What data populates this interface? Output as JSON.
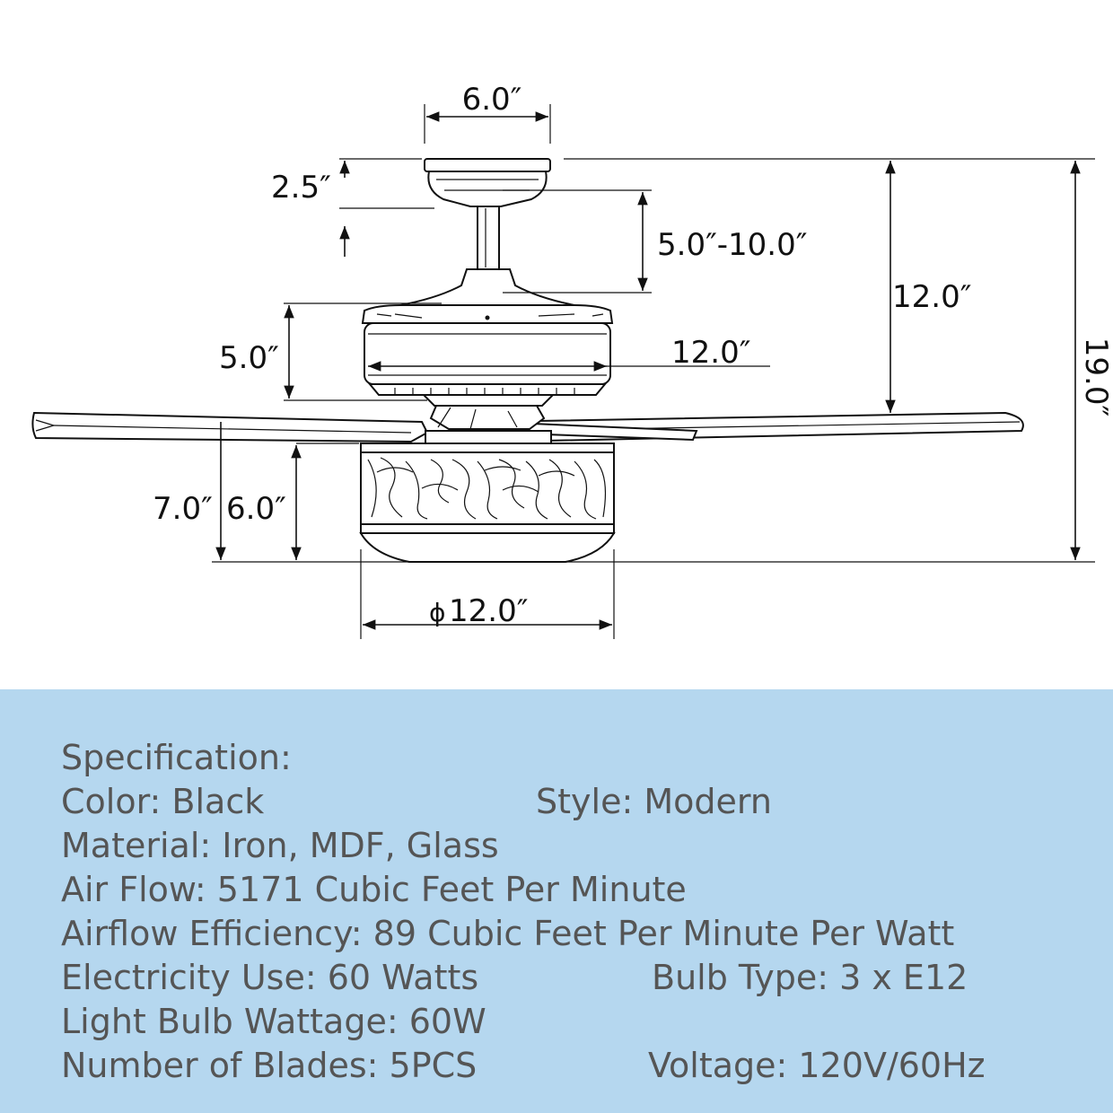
{
  "dimensions": {
    "canopy_width": "6.0″",
    "canopy_height": "2.5″",
    "downrod": "5.0″-10.0″",
    "motor_height": "5.0″",
    "motor_width": "12.0″",
    "ceiling_to_blade": "12.0″",
    "total_height": "19.0″",
    "light_kit_total": "7.0″",
    "light_kit_height": "6.0″",
    "light_diameter": "12.0″",
    "diameter_symbol": "ϕ"
  },
  "spec": {
    "heading": "Specification:",
    "color": "Color: Black",
    "style": "Style: Modern",
    "material": "Material: Iron, MDF, Glass",
    "air_flow": "Air Flow: 5171 Cubic Feet Per Minute",
    "efficiency": "Airflow Efficiency: 89 Cubic Feet Per Minute Per Watt",
    "electricity": "Electricity Use: 60 Watts",
    "bulb_type": "Bulb Type: 3 x E12",
    "bulb_wattage": "Light Bulb Wattage: 60W",
    "blades": "Number of Blades: 5PCS",
    "voltage": "Voltage: 120V/60Hz"
  },
  "colors": {
    "panel_bg": "#b5d7ef",
    "spec_text": "#555555",
    "line": "#111111"
  }
}
